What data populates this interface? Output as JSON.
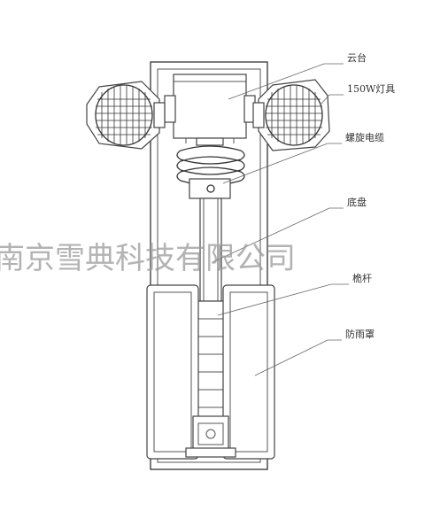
{
  "labels": {
    "yuntai": "云台",
    "lamp": "150W灯具",
    "cable": "螺旋电缆",
    "chassis": "底盘",
    "mast": "桅杆",
    "cover": "防雨罩"
  },
  "watermark": "南京雪典科技有限公司"
}
